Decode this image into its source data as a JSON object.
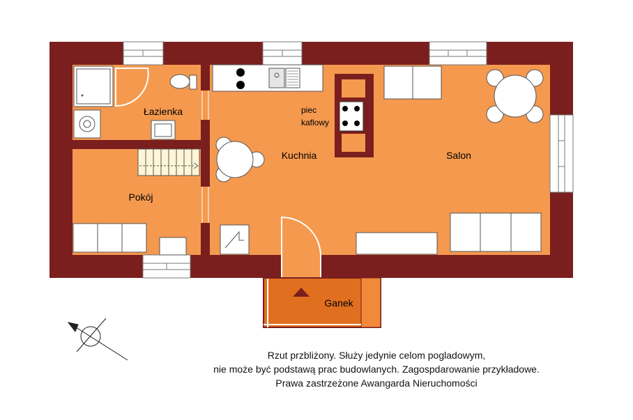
{
  "rooms": {
    "bathroom": "Łazienka",
    "room": "Pokój",
    "kitchen": "Kuchnia",
    "salon": "Salon",
    "porch": "Ganek",
    "stove_line1": "piec",
    "stove_line2": "kaflowy"
  },
  "disclaimer": {
    "line1": "Rzut przbliżony. Służy jedynie celom pogladowym,",
    "line2": "nie może być podstawą prac budowlanych. Zagospdarowanie przykładowe.",
    "line3": "Prawa zastrzeżone Awangarda Nieruchomości"
  },
  "colors": {
    "wall": "#7a1e1e",
    "floor": "#f5994f",
    "porch_floor": "#e07020",
    "furniture": "#ffffff",
    "stairs": "#fff6d8"
  }
}
